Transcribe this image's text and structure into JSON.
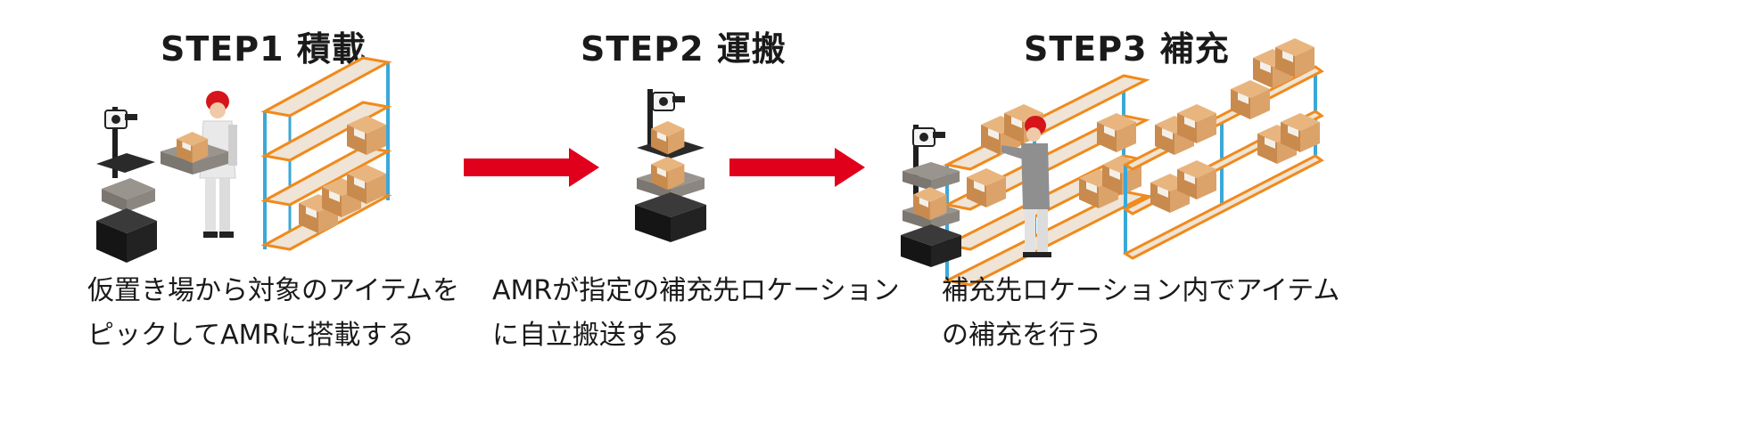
{
  "steps": [
    {
      "title": "STEP1 積載",
      "description": [
        "仮置き場から対象のアイテムを",
        "ピックしてAMRに搭載する"
      ]
    },
    {
      "title": "STEP2 運搬",
      "description": [
        "AMRが指定の補充先ロケーション",
        "に自立搬送する"
      ]
    },
    {
      "title": "STEP3 補充",
      "description": [
        "補充先ロケーション内でアイテム",
        "の補充を行う"
      ]
    }
  ],
  "colors": {
    "arrow": "#e0001b",
    "rack_upright": "#3aa8d8",
    "rack_beam": "#f08a1c",
    "shelf": "#efe4d6",
    "box": "#d9a066",
    "robot_base": "#1c1c1c",
    "tray": "#8a8580",
    "helmet": "#d7141a"
  },
  "icons": [
    "amr-robot-icon",
    "worker-icon",
    "storage-rack-icon",
    "cardboard-box-icon",
    "right-arrow-icon"
  ]
}
